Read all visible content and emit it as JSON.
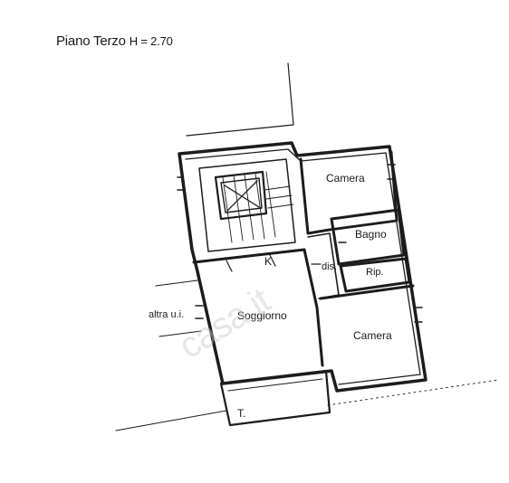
{
  "title": {
    "main": "Piano Terzo",
    "height": "H = 2.70"
  },
  "rooms": {
    "camera_top": "Camera",
    "bagno": "Bagno",
    "dis": "dis.",
    "rip": "Rip.",
    "soggiorno": "Soggiorno",
    "camera_bottom": "Camera",
    "terrace": "T.",
    "kitchen": "K",
    "other_unit": "altra u.i."
  },
  "watermark": "casa.it",
  "colors": {
    "line": "#1c1c1c",
    "background": "#ffffff"
  }
}
